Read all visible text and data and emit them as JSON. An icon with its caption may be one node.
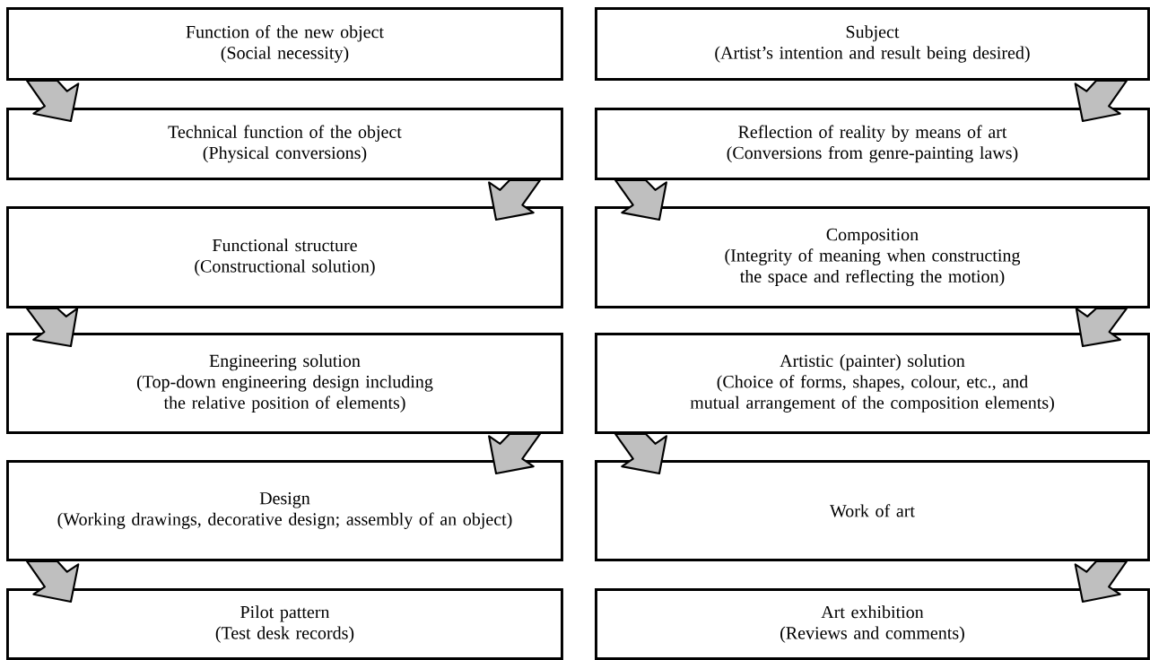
{
  "diagram": {
    "nodes": [
      {
        "text": [
          "Function of the new object",
          "(Social necessity)"
        ]
      },
      {
        "text": [
          "Technical function of the object",
          "(Physical conversions)"
        ]
      },
      {
        "text": [
          "Functional structure",
          "(Constructional solution)"
        ]
      },
      {
        "text": [
          "Engineering solution",
          "(Top-down engineering design including the relative position of elements)"
        ]
      },
      {
        "text": [
          "Design",
          "(Working drawings, decorative design; assembly of an object)"
        ]
      },
      {
        "text": [
          "Pilot pattern",
          "(Test desk records)"
        ]
      },
      {
        "text": [
          "Subject",
          "(Artist’s intention and result being desired)"
        ]
      },
      {
        "text": [
          "Reflection of reality by means of art",
          "(Conversions from genre-painting laws)"
        ]
      },
      {
        "text": [
          "Composition",
          "(Integrity of meaning when constructing the space and reflecting the motion)"
        ]
      },
      {
        "text": [
          "Artistic (painter) solution",
          "(Choice of forms, shapes, colour, etc., and mutual arrangement of the composition elements)"
        ]
      },
      {
        "text": [
          "Work of art"
        ]
      },
      {
        "text": [
          "Art exhibition",
          "(Reviews and comments)"
        ]
      }
    ],
    "edges": [
      {
        "from": 0,
        "to": 1,
        "arrow": "to"
      },
      {
        "from": 1,
        "to": 2,
        "arrow": "to"
      },
      {
        "from": 2,
        "to": 3,
        "arrow": "to"
      },
      {
        "from": 3,
        "to": 4,
        "arrow": "to"
      },
      {
        "from": 4,
        "to": 5,
        "arrow": "to"
      },
      {
        "from": 6,
        "to": 7,
        "arrow": "to"
      },
      {
        "from": 7,
        "to": 8,
        "arrow": "to"
      },
      {
        "from": 8,
        "to": 9,
        "arrow": "to"
      },
      {
        "from": 9,
        "to": 10,
        "arrow": "to"
      },
      {
        "from": 10,
        "to": 11,
        "arrow": "to"
      }
    ]
  }
}
